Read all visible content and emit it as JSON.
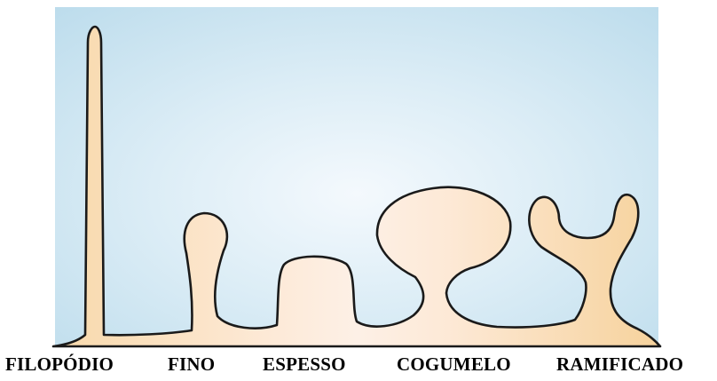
{
  "colors": {
    "background_center": "#f4f9fd",
    "background_edge": "#bcdcec",
    "spine_light": "#fdeee0",
    "spine_dark": "#f7d6a4",
    "outline": "#1a1a1a"
  },
  "labels": {
    "filopodio": "FILOPÓDIO",
    "fino": "FINO",
    "espesso": "ESPESSO",
    "cogumelo": "COGUMELO",
    "ramificado": "RAMIFICADO"
  }
}
